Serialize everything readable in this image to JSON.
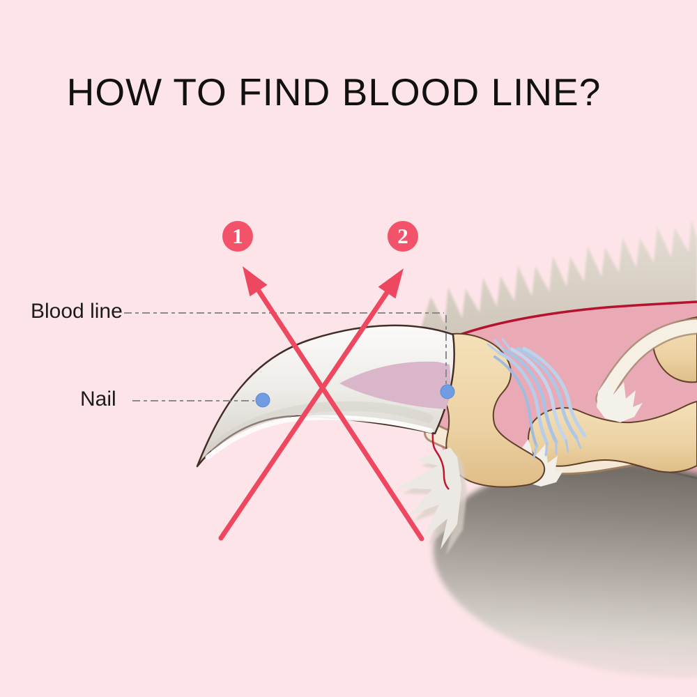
{
  "title": "HOW TO FIND BLOOD LINE?",
  "labels": {
    "blood_line": "Blood line",
    "nail": "Nail"
  },
  "markers": {
    "one": "1",
    "two": "2"
  },
  "colors": {
    "background": "#fde4e8",
    "title_ink": "#111111",
    "marker_red": "#f2536a",
    "arrow_red": "#ee4760",
    "deep_red_line": "#b5122d",
    "dash_gray": "#8a8a8a",
    "dot_blue": "#6f9ce3",
    "nail_white": "#efede9",
    "quick_mauve": "#d9b6ca",
    "bone_tan": "#ecd2a3",
    "skin_pink": "#e9aab5",
    "fur_beige": "#d7cec3",
    "tendon_blue": "#b7cde9",
    "tendon_cream": "#f5e9d6",
    "pad_gray": "#8d8680"
  }
}
